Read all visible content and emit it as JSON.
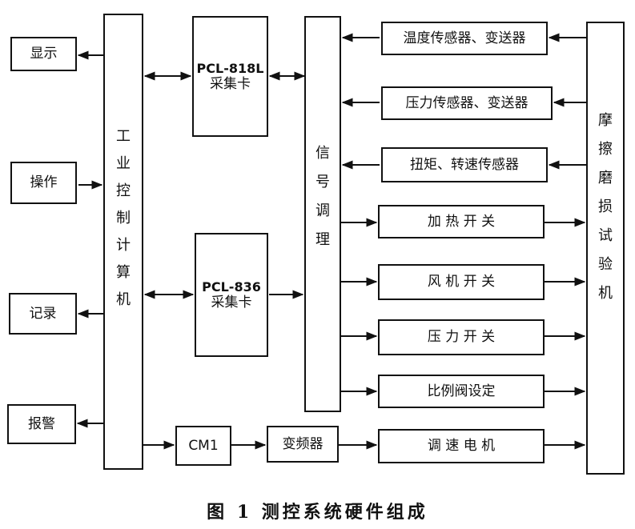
{
  "outputs": {
    "display": "显示",
    "operate": "操作",
    "record": "记录",
    "alarm": "报警"
  },
  "ipc": {
    "chars": [
      "工",
      "业",
      "控",
      "制",
      "计",
      "算",
      "机"
    ]
  },
  "cards": {
    "card1": {
      "model": "PCL-818L",
      "name": "采集卡"
    },
    "card2": {
      "model": "PCL-836",
      "name": "采集卡"
    }
  },
  "cm1": "CM1",
  "inverter": "变频器",
  "conditioning": {
    "chars": [
      "信",
      "号",
      "调",
      "理"
    ]
  },
  "sensors": [
    "温度传感器、变送器",
    "压力传感器、变送器",
    "扭矩、转速传感器"
  ],
  "actuators": [
    "加 热 开 关",
    "风 机 开 关",
    "压 力 开 关",
    "比例阀设定",
    "调 速 电 机"
  ],
  "machine": {
    "chars": [
      "摩",
      "擦",
      "磨",
      "损",
      "试",
      "验",
      "机"
    ]
  },
  "caption": "图 1 测控系统硬件组成"
}
